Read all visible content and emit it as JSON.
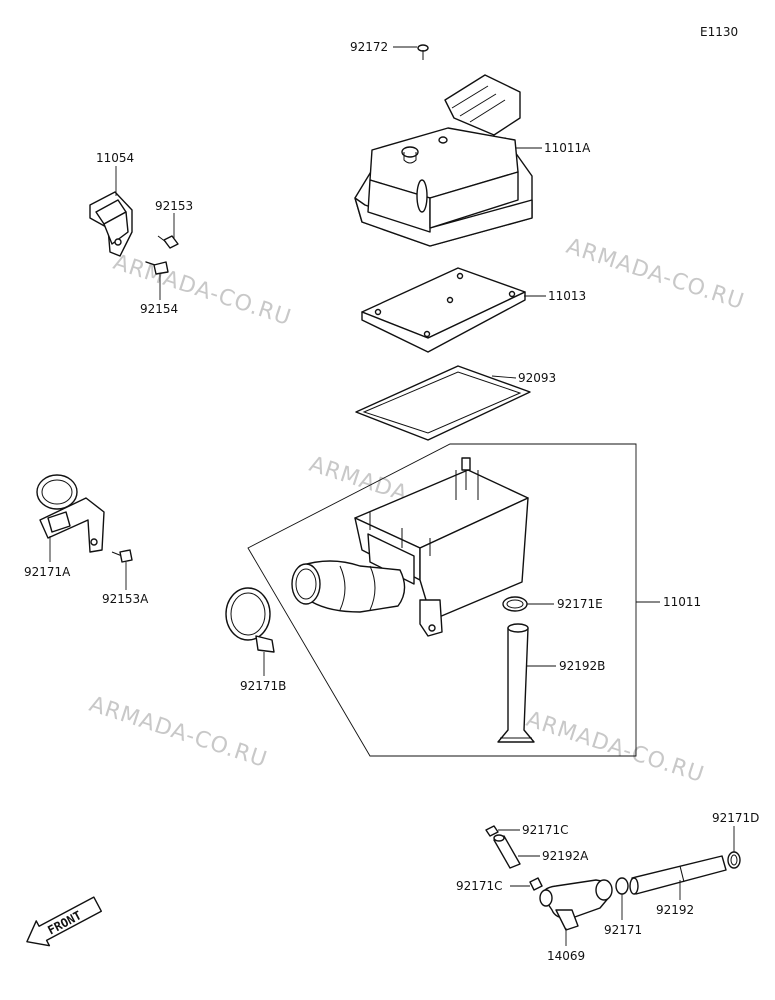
{
  "diagram_code": "E1130",
  "watermark": "ARMADA-CO.RU",
  "front_label": "FRONT",
  "labels": {
    "p92172": "92172",
    "p11011A": "11011A",
    "p11054": "11054",
    "p92153": "92153",
    "p92154": "92154",
    "p11013": "11013",
    "p92093": "92093",
    "p92171A": "92171A",
    "p92153A": "92153A",
    "p92171E": "92171E",
    "p11011": "11011",
    "p92192B": "92192B",
    "p92171B": "92171B",
    "p92171C_top": "92171C",
    "p92192A": "92192A",
    "p92171C_mid": "92171C",
    "p14069": "14069",
    "p92171": "92171",
    "p92192": "92192",
    "p92171D": "92171D"
  }
}
